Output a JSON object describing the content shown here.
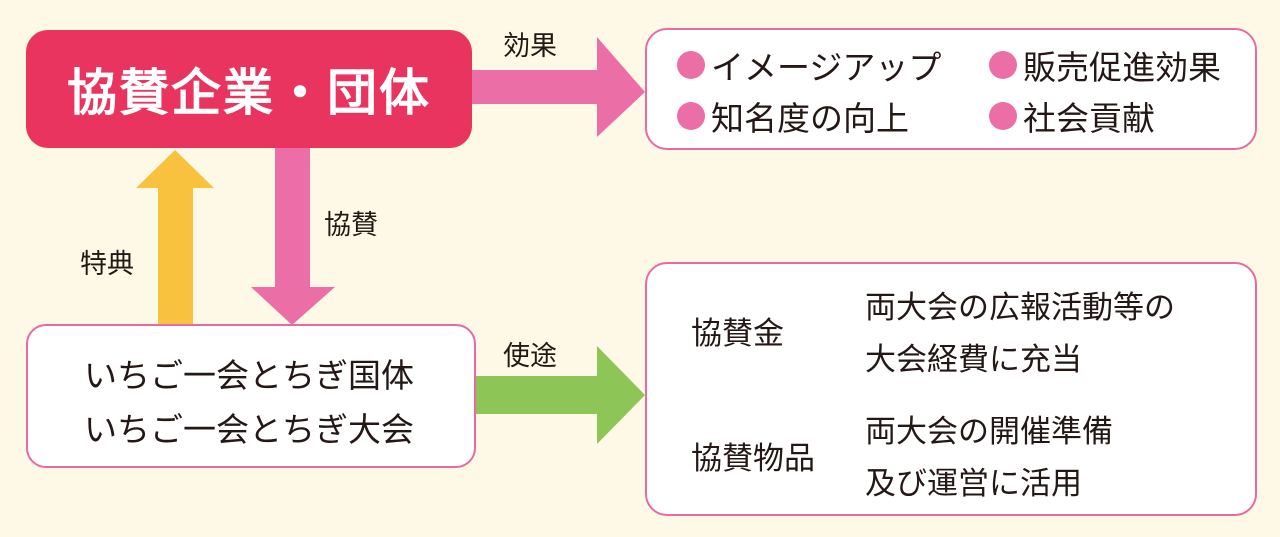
{
  "sponsor": {
    "title": "協賛企業・団体"
  },
  "effects": {
    "label": "効果",
    "items": [
      "イメージアップ",
      "販売促進効果",
      "知名度の向上",
      "社会貢献"
    ]
  },
  "flows": {
    "sponsorship_label": "協賛",
    "benefit_label": "特典",
    "usage_label": "使途"
  },
  "events": {
    "lines": [
      "いちご一会とちぎ国体",
      "いちご一会とちぎ大会"
    ]
  },
  "usage": {
    "rows": [
      {
        "item": "協賛金",
        "desc": [
          "両大会の広報活動等の",
          "大会経費に充当"
        ]
      },
      {
        "item": "協賛物品",
        "desc": [
          "両大会の開催準備",
          "及び運営に活用"
        ]
      }
    ]
  },
  "colors": {
    "background": "#fdf9e6",
    "sponsor_fill": "#e8345f",
    "pink_arrow": "#ec6ea6",
    "box_border": "#e96aa3",
    "yellow_arrow": "#f8c23e",
    "green_arrow": "#8dc556"
  }
}
